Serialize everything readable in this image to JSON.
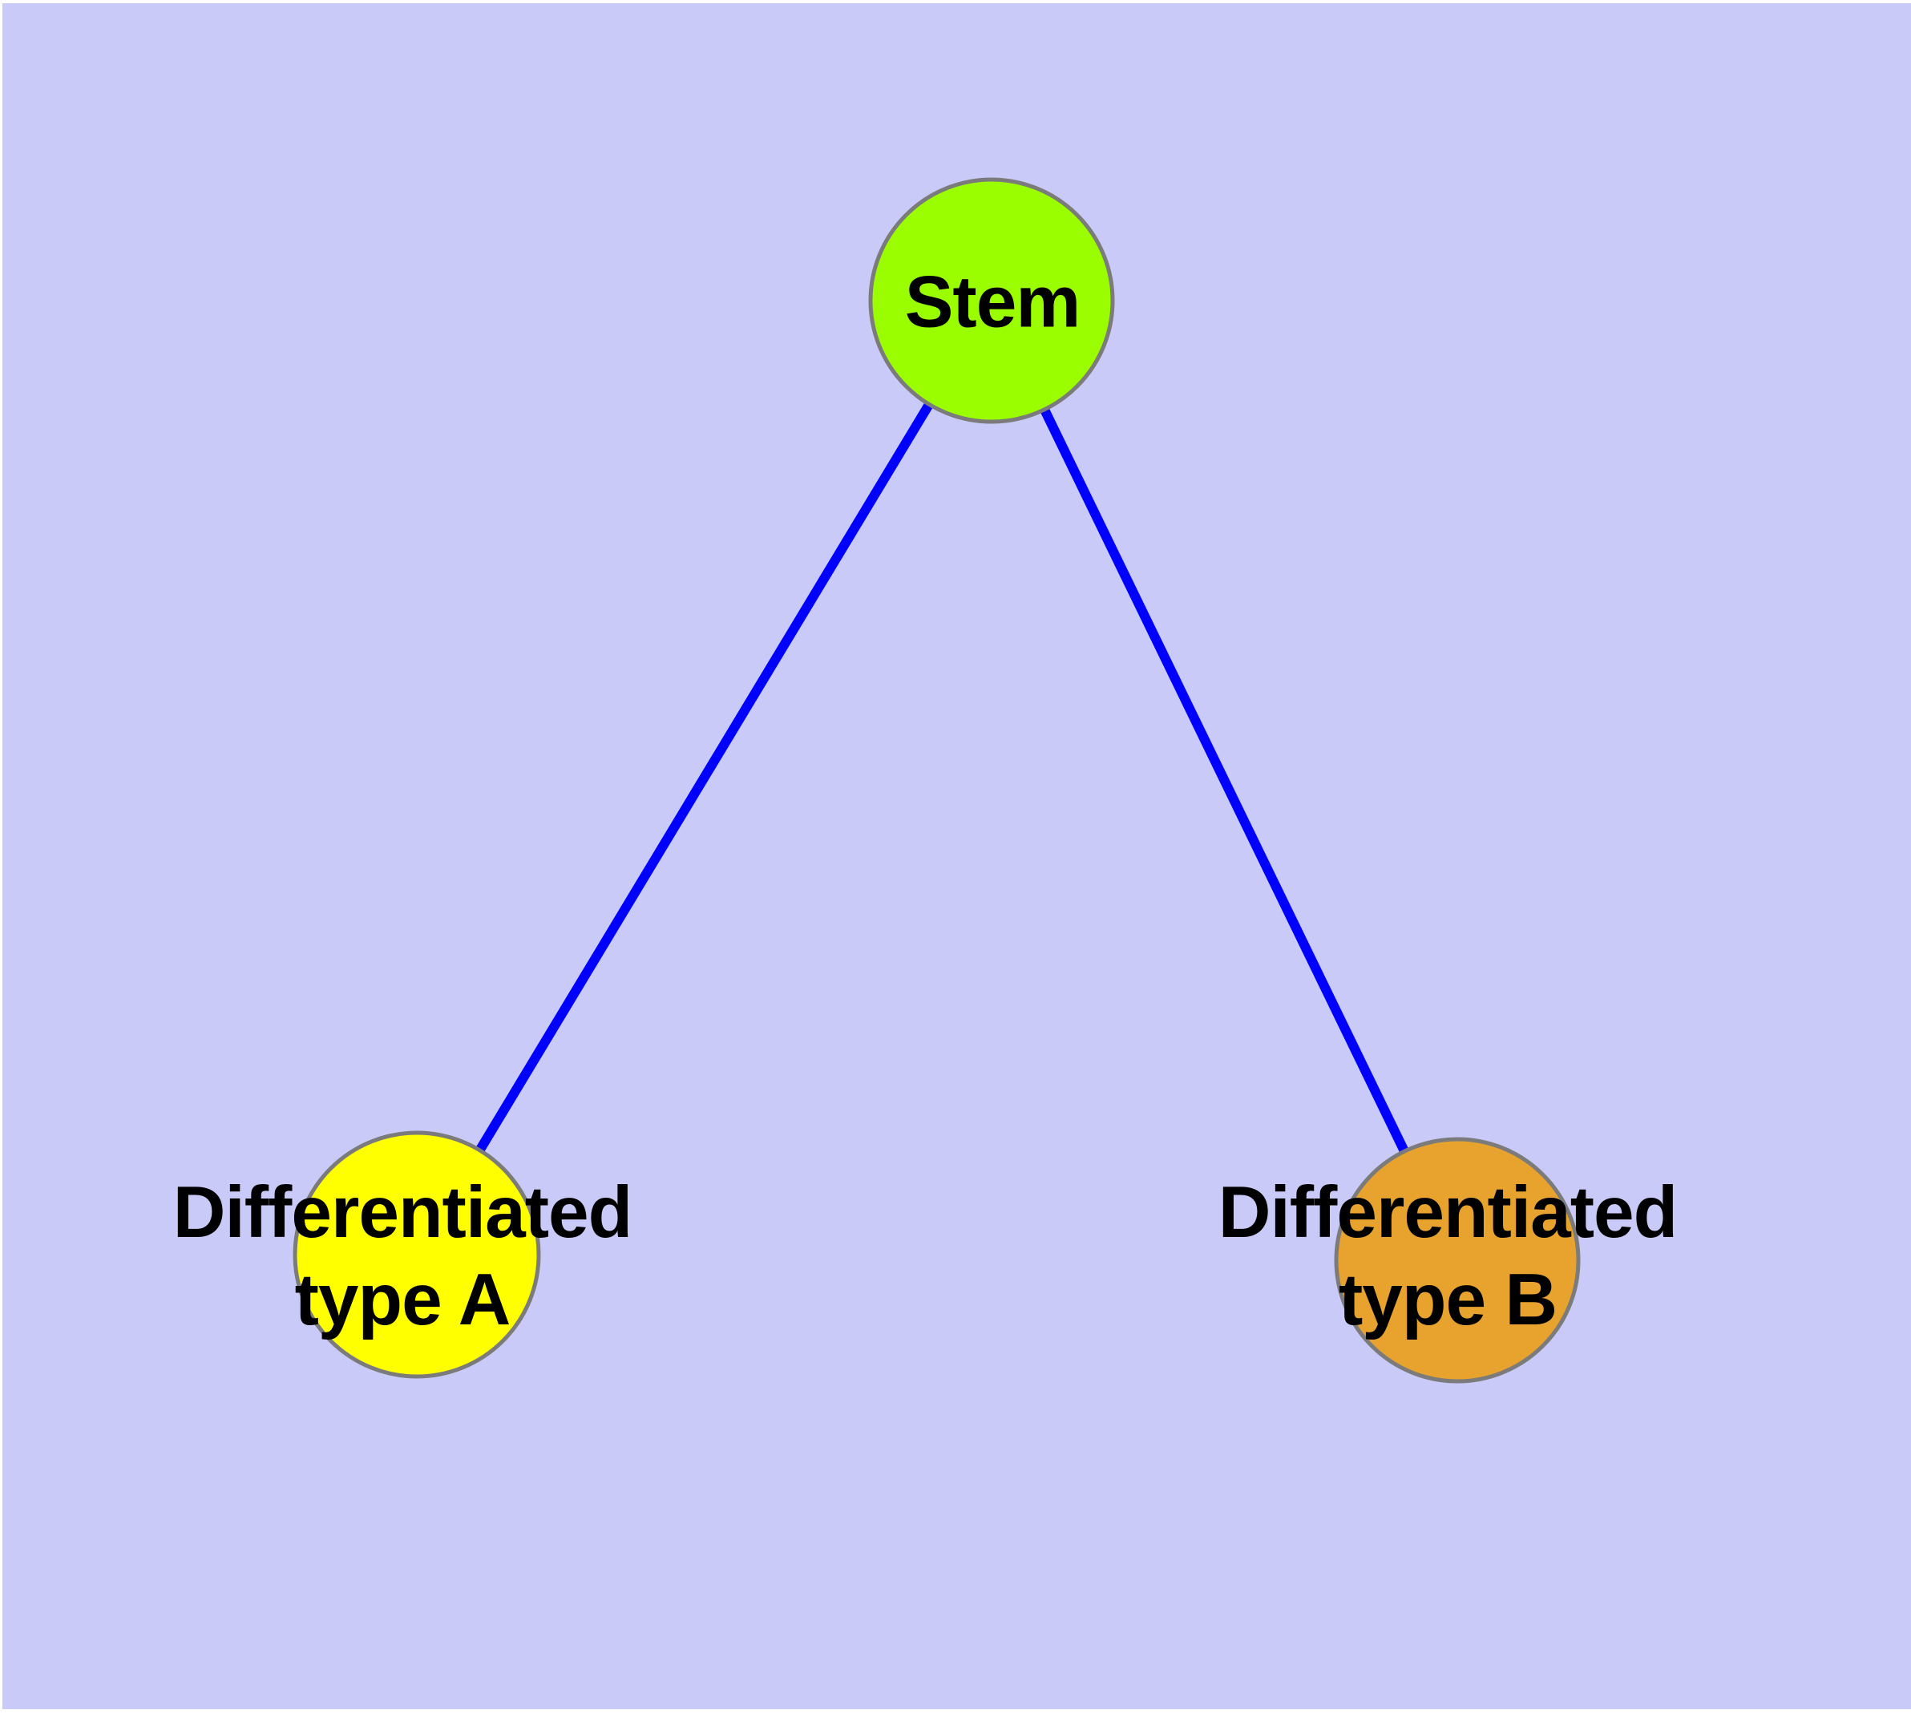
{
  "figure": {
    "background_color": "#CACAF8",
    "edge_color": "#0000FF",
    "node_border_color": "#7B7B7B",
    "text_color": "#000000"
  },
  "graph": {
    "nodes": [
      {
        "id": "stem",
        "label": "Stem",
        "color": "#9AFE00"
      },
      {
        "id": "differentiated-a",
        "label": "Differentiated\ntype A",
        "color": "#FFFF00"
      },
      {
        "id": "differentiated-b",
        "label": "Differentiated\ntype B",
        "color": "#E8A22E"
      }
    ],
    "edges": [
      {
        "source": "stem",
        "target": "differentiated-a"
      },
      {
        "source": "stem",
        "target": "differentiated-b"
      }
    ]
  }
}
